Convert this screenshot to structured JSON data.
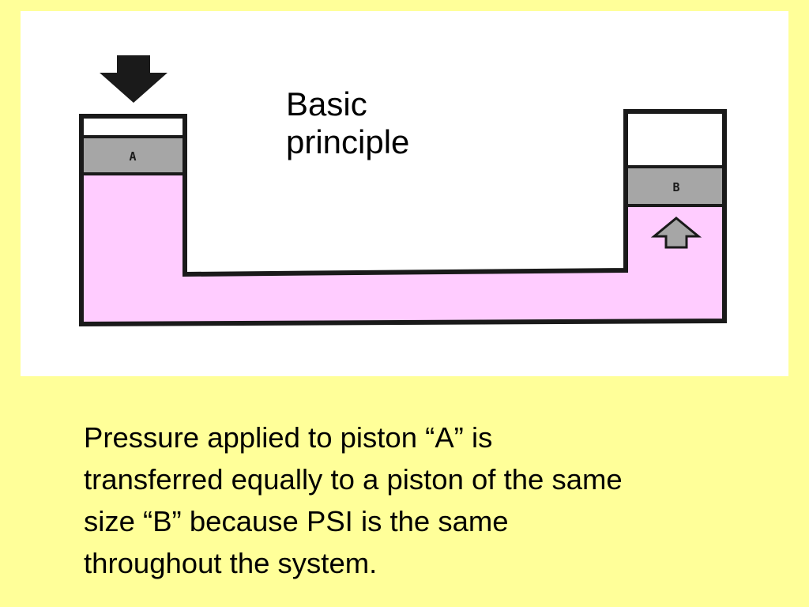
{
  "colors": {
    "background": "#ffff99",
    "panel": "#ffffff",
    "fluid": "#ffccff",
    "piston": "#a6a6a6",
    "outline": "#1a1a1a"
  },
  "diagram": {
    "title_line1": "Basic",
    "title_line2": "principle",
    "piston_a_label": "A",
    "piston_b_label": "B",
    "applied_force_icon": "arrow-down-icon",
    "transferred_force_icon": "arrow-up-icon"
  },
  "caption": {
    "text": "Pressure applied to piston “A” is\ntransferred equally to a piston of  the same\nsize “B” because PSI is the same\nthroughout the system."
  }
}
